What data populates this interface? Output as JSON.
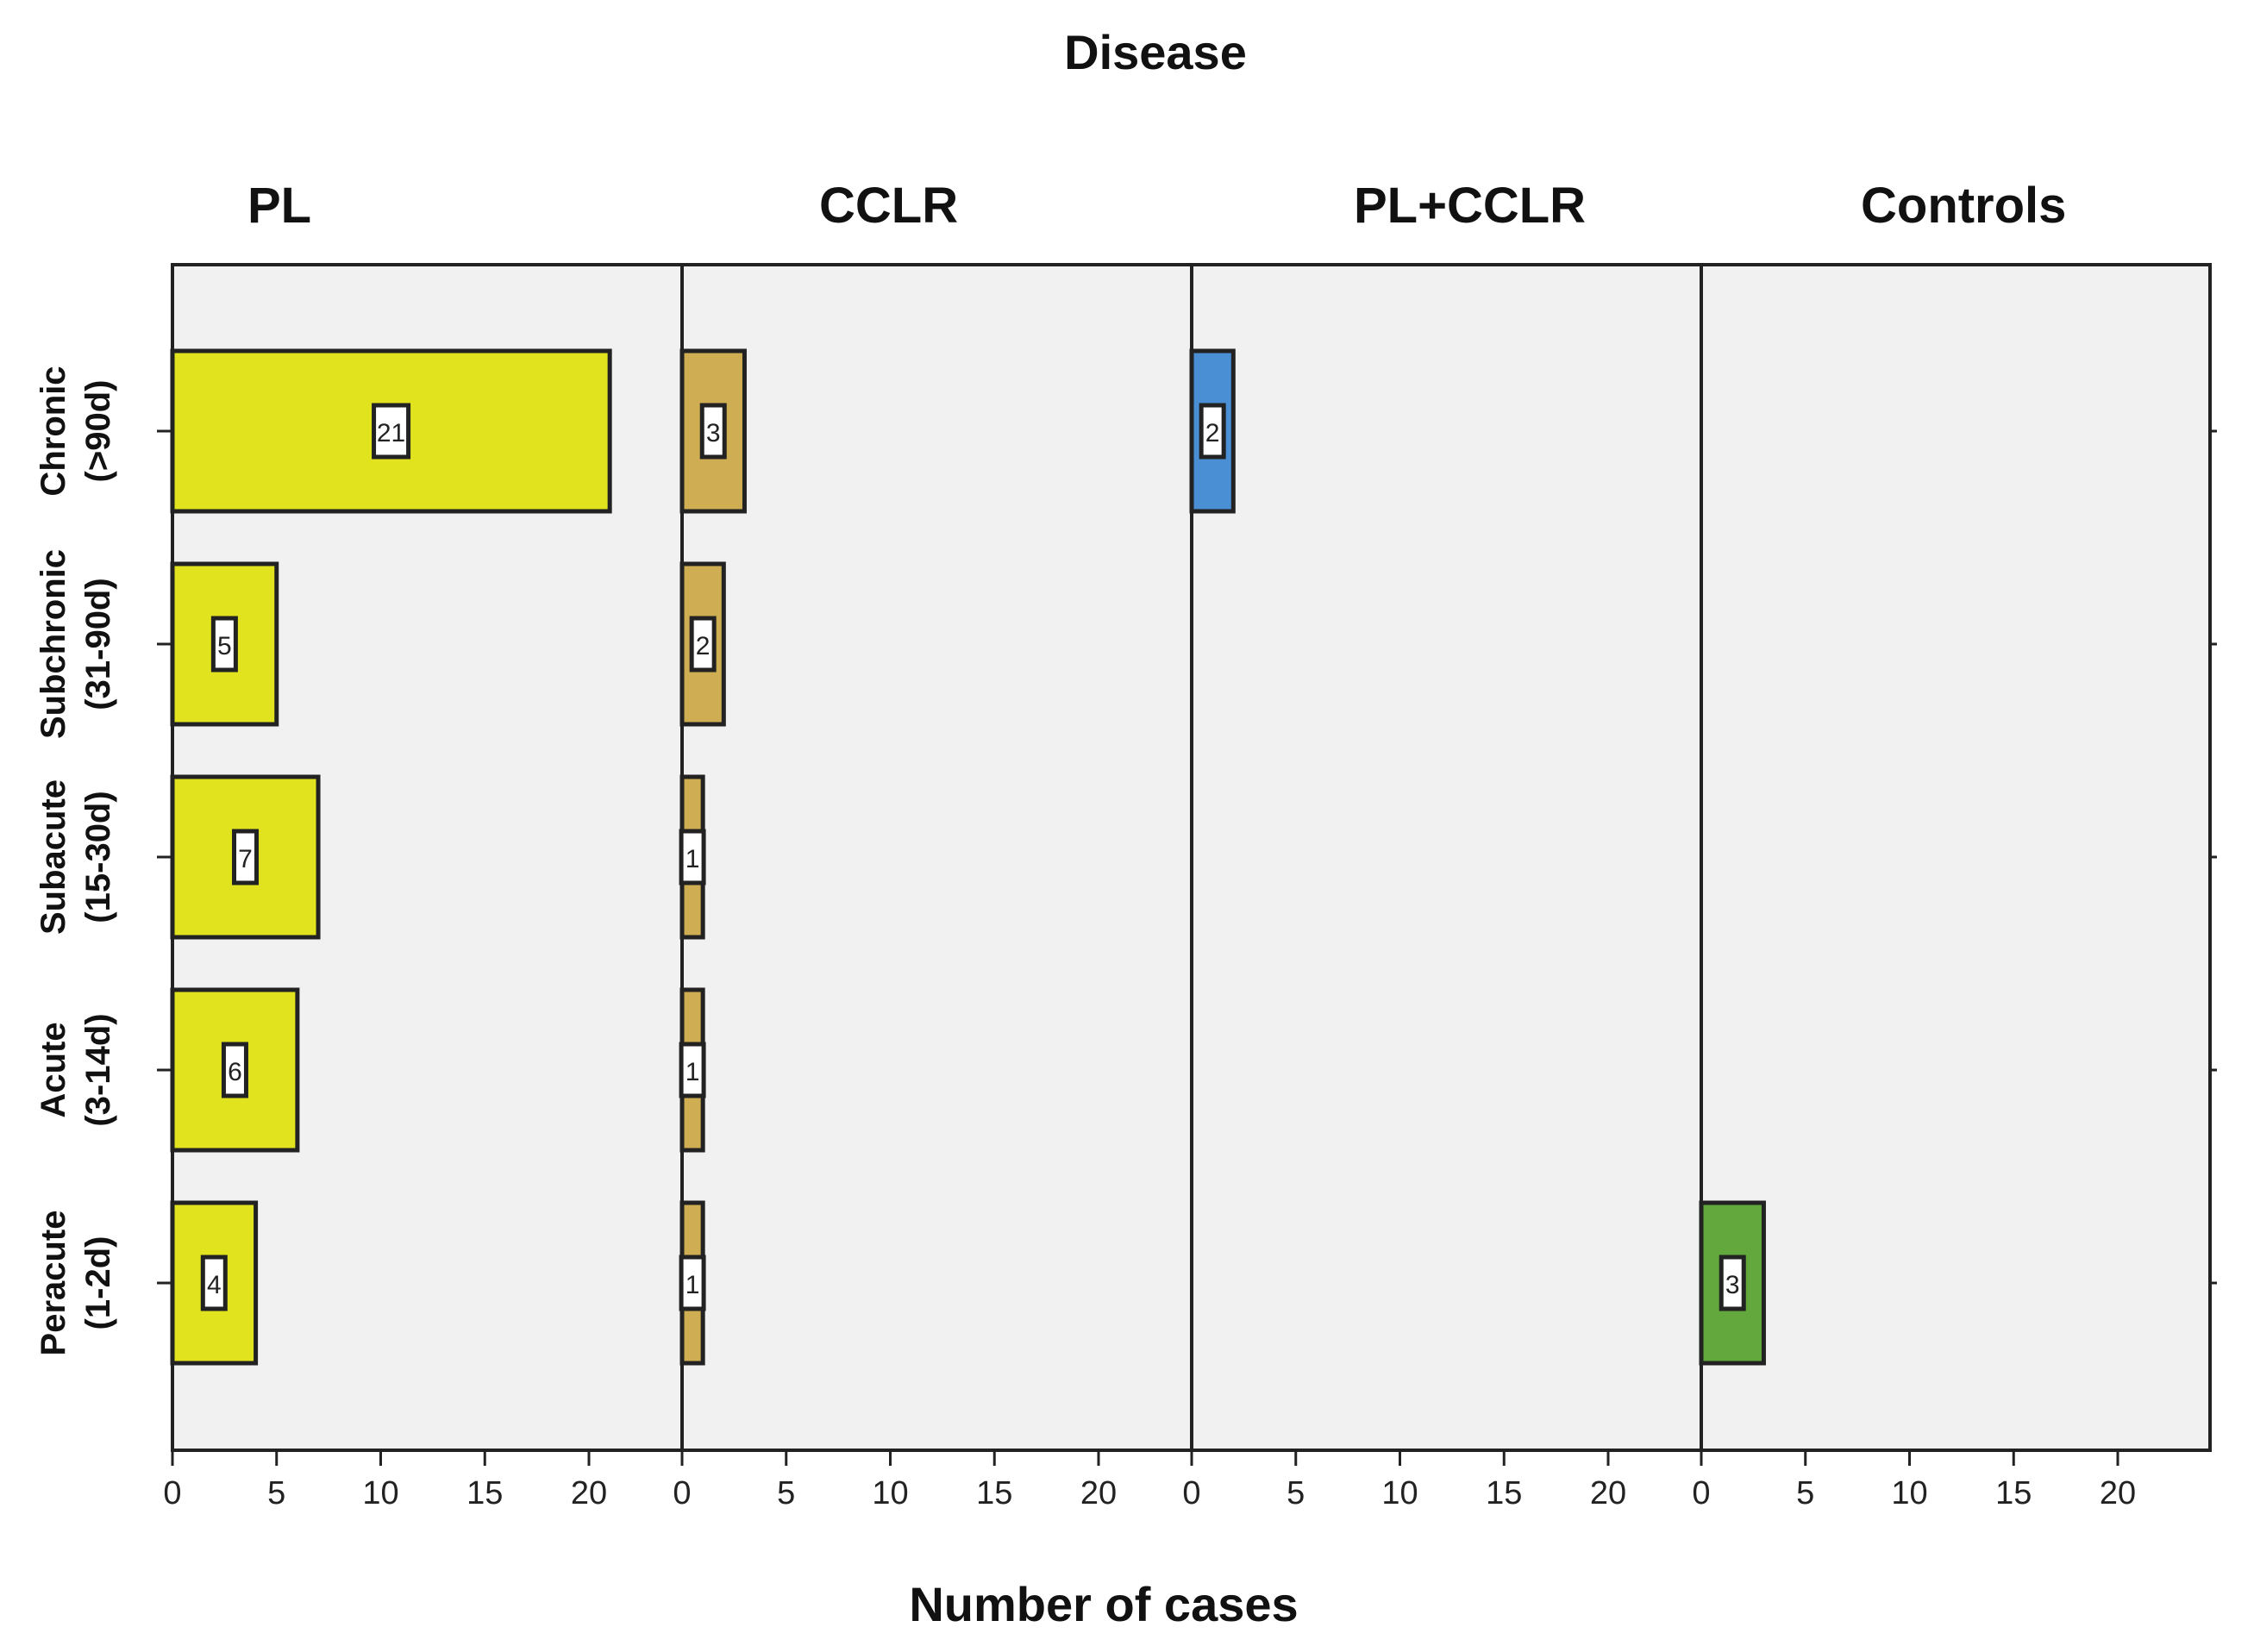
{
  "chart_data": {
    "type": "bar",
    "orientation": "horizontal",
    "title": "Disease",
    "xlabel": "Number of cases",
    "ylabel": "",
    "xlim": [
      0,
      24.5
    ],
    "xticks": [
      0,
      5,
      10,
      15,
      20
    ],
    "grid": false,
    "categories": [
      "Chronic\n(>90d)",
      "Subchronic\n(31-90d)",
      "Subacute\n(15-30d)",
      "Acute\n(3-14d)",
      "Peracute\n(1-2d)"
    ],
    "panels": [
      {
        "name": "PL",
        "color": "#e0e31e",
        "values": [
          21,
          5,
          7,
          6,
          4
        ]
      },
      {
        "name": "CCLR",
        "color": "#cfad52",
        "values": [
          3,
          2,
          1,
          1,
          1
        ]
      },
      {
        "name": "PL+CCLR",
        "color": "#4a8fd4",
        "values": [
          2,
          0,
          0,
          0,
          0
        ]
      },
      {
        "name": "Controls",
        "color": "#63a83d",
        "values": [
          0,
          0,
          0,
          0,
          3
        ]
      }
    ]
  }
}
